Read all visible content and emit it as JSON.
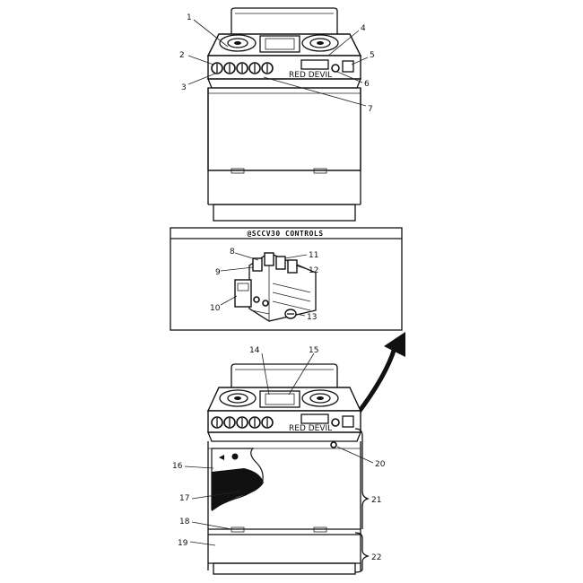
{
  "inset": {
    "title": "@SCCV30 CONTROLS"
  },
  "callouts": {
    "n1": "1",
    "n2": "2",
    "n3": "3",
    "n4": "4",
    "n5": "5",
    "n6": "6",
    "n7": "7",
    "n8": "8",
    "n9": "9",
    "n10": "10",
    "n11": "11",
    "n12": "12",
    "n13": "13",
    "n14": "14",
    "n15": "15",
    "n16": "16",
    "n17": "17",
    "n18": "18",
    "n19": "19",
    "n20": "20",
    "n21": "21",
    "n22": "22"
  },
  "range_panel": {
    "brand": "RED DEVIL"
  }
}
